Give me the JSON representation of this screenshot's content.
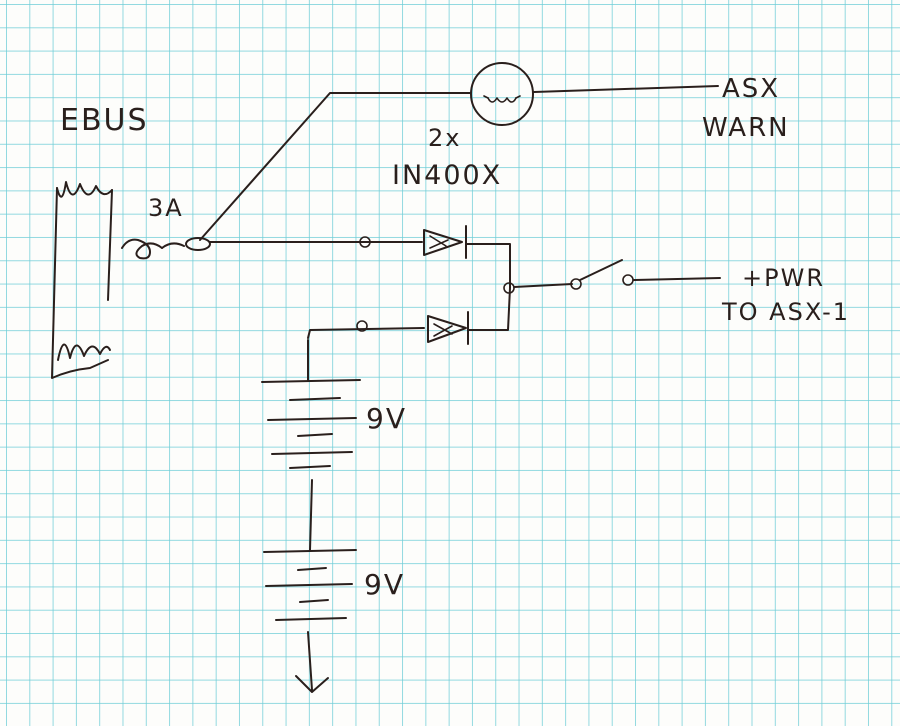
{
  "labels": {
    "bus": "EBUS",
    "fuse": "3A",
    "diode_count": "2x",
    "diode_part": "IN400X",
    "warn_line1": "ASX",
    "warn_line2": "WARN",
    "power_line1": "+PWR",
    "power_line2": "TO ASX-1",
    "battery1": "9V",
    "battery2": "9V"
  }
}
